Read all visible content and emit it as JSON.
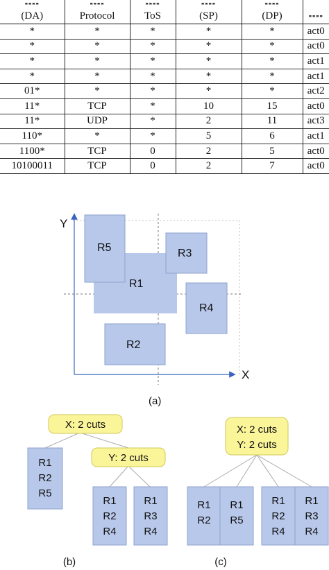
{
  "table": {
    "columns": [
      {
        "top": "",
        "label": "(DA)"
      },
      {
        "top": "",
        "label": "Protocol"
      },
      {
        "top": "",
        "label": "ToS"
      },
      {
        "top": "",
        "label": "(SP)"
      },
      {
        "top": "",
        "label": "(DP)"
      },
      {
        "top": "",
        "label": ""
      }
    ],
    "rows": [
      [
        "*",
        "*",
        "*",
        "*",
        "*",
        "act0"
      ],
      [
        "*",
        "*",
        "*",
        "*",
        "*",
        "act0"
      ],
      [
        "*",
        "*",
        "*",
        "*",
        "*",
        "act1"
      ],
      [
        "*",
        "*",
        "*",
        "*",
        "*",
        "act1"
      ],
      [
        "01*",
        "*",
        "*",
        "*",
        "*",
        "act2"
      ],
      [
        "11*",
        "TCP",
        "*",
        "10",
        "15",
        "act0"
      ],
      [
        "11*",
        "UDP",
        "*",
        "2",
        "11",
        "act3"
      ],
      [
        "110*",
        "*",
        "*",
        "5",
        "6",
        "act1"
      ],
      [
        "1100*",
        "TCP",
        "0",
        "2",
        "5",
        "act0"
      ],
      [
        "10100011",
        "TCP",
        "0",
        "2",
        "7",
        "act0"
      ]
    ]
  },
  "diagram_a": {
    "y_axis": "Y",
    "x_axis": "X",
    "regions": {
      "r1": "R1",
      "r2": "R2",
      "r3": "R3",
      "r4": "R4",
      "r5": "R5"
    },
    "caption": "(a)"
  },
  "diagram_b": {
    "root": "X: 2 cuts",
    "child_node": "Y: 2 cuts",
    "leaf_left": [
      "R1",
      "R2",
      "R5"
    ],
    "leaf_mid": [
      "R1",
      "R2",
      "R4"
    ],
    "leaf_right": [
      "R1",
      "R3",
      "R4"
    ],
    "caption": "(b)"
  },
  "diagram_c": {
    "root_line1": "X: 2 cuts",
    "root_line2": "Y: 2 cuts",
    "leaf1": [
      "R1",
      "R2"
    ],
    "leaf2": [
      "R1",
      "R5"
    ],
    "leaf3": [
      "R1",
      "R2",
      "R4"
    ],
    "leaf4": [
      "R1",
      "R3",
      "R4"
    ],
    "caption": "(c)"
  },
  "colors": {
    "region_fill": "#b8c8ea",
    "region_stroke": "#8da2cf",
    "node_fill": "#fbf59a",
    "node_stroke": "#d2c95a",
    "axis": "#3a63c0"
  }
}
